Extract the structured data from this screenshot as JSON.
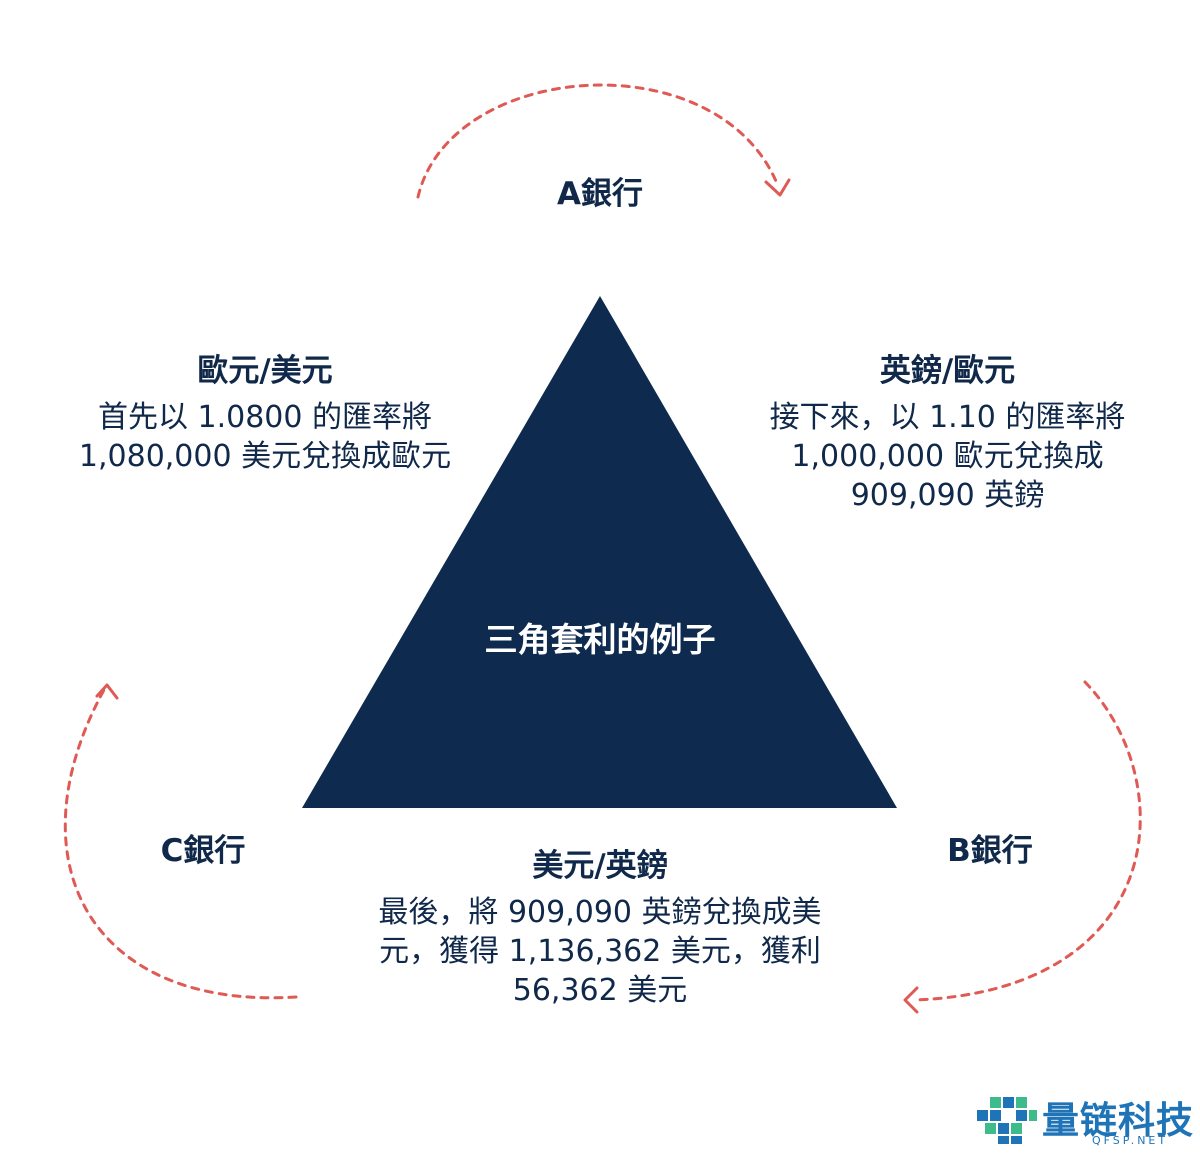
{
  "banks": {
    "a": "A銀行",
    "b": "B銀行",
    "c": "C銀行"
  },
  "center_label": "三角套利的例子",
  "steps": {
    "eur_usd": {
      "title": "歐元/美元",
      "lines": [
        "首先以 1.0800 的匯率將",
        "1,080,000 美元兌換成歐元"
      ]
    },
    "gbp_eur": {
      "title": "英鎊/歐元",
      "lines": [
        "接下來，以 1.10 的匯率將",
        "1,000,000 歐元兌換成",
        "909,090 英鎊"
      ]
    },
    "usd_gbp": {
      "title": "美元/英鎊",
      "lines": [
        "最後，將 909,090 英鎊兌換成美",
        "元，獲得 1,136,362 美元，獲利",
        "56,362 美元"
      ]
    }
  },
  "logo": {
    "name": "量链科技",
    "domain": "QFSP.NET"
  },
  "colors": {
    "triangle": "#0e2a4f",
    "text": "#10294a",
    "arrow": "#e05a55",
    "logo_blue": "#1f73b7",
    "logo_green": "#3dbb8a"
  }
}
